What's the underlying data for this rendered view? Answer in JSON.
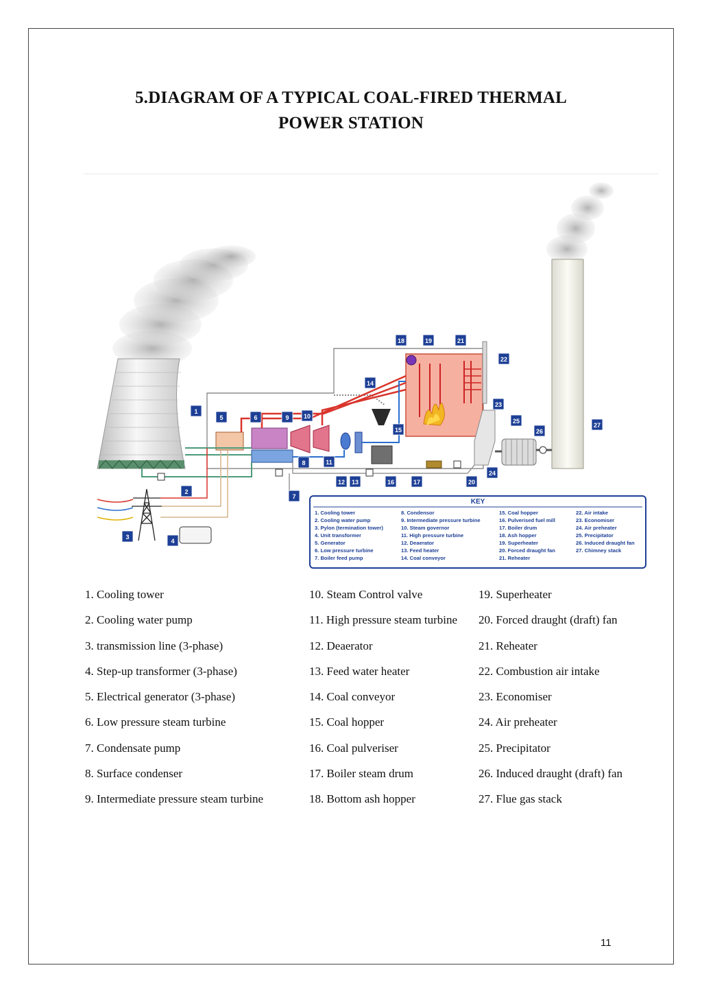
{
  "title_line1": "5.DIAGRAM OF A TYPICAL COAL-FIRED THERMAL",
  "title_line2": "POWER STATION",
  "diagram": {
    "badges": [
      "1",
      "2",
      "3",
      "4",
      "5",
      "6",
      "7",
      "8",
      "9",
      "10",
      "11",
      "12",
      "13",
      "14",
      "15",
      "16",
      "17",
      "18",
      "19",
      "20",
      "21",
      "22",
      "23",
      "24",
      "25",
      "26",
      "27"
    ],
    "key_title": "KEY",
    "key_columns": [
      [
        "1. Cooling tower",
        "2. Cooling water pump",
        "3. Pylon (termination tower)",
        "4. Unit transformer",
        "5. Generator",
        "6. Low pressure turbine",
        "7. Boiler feed pump"
      ],
      [
        "8. Condensor",
        "9. Intermediate pressure turbine",
        "10. Steam governor",
        "11. High pressure turbine",
        "12. Deaerator",
        "13. Feed heater",
        "14. Coal conveyor"
      ],
      [
        "15. Coal hopper",
        "16. Pulverised fuel mill",
        "17. Boiler drum",
        "18. Ash hopper",
        "19. Superheater",
        "20. Forced draught fan",
        "21. Reheater"
      ],
      [
        "22. Air intake",
        "23. Economiser",
        "24. Air preheater",
        "25. Precipitator",
        "26. Induced draught fan",
        "27. Chimney stack"
      ]
    ],
    "colors": {
      "badge": "#1d3f95",
      "key_border": "#1d3f95",
      "hot_zone": "#f6b0a0",
      "steam": "#d9342b",
      "water": "#2a6fcf"
    }
  },
  "legend": {
    "col1": [
      "1. Cooling tower",
      "2. Cooling water pump",
      "3. transmission line (3-phase)",
      "4. Step-up transformer (3-phase)",
      "5. Electrical generator (3-phase)",
      "6. Low pressure steam turbine",
      "7. Condensate pump",
      "8. Surface condenser",
      "9. Intermediate pressure steam turbine"
    ],
    "col2": [
      "10. Steam Control valve",
      "11. High pressure steam turbine",
      "12. Deaerator",
      "13. Feed water heater",
      "14. Coal conveyor",
      "15. Coal hopper",
      "16. Coal pulveriser",
      "17. Boiler steam drum",
      "18. Bottom ash hopper"
    ],
    "col3": [
      "19. Superheater",
      "20. Forced draught (draft) fan",
      "21. Reheater",
      "22. Combustion air intake",
      "23. Economiser",
      "24. Air preheater",
      "25. Precipitator",
      "26. Induced draught (draft) fan",
      "27. Flue gas stack"
    ]
  },
  "page_number": "11"
}
